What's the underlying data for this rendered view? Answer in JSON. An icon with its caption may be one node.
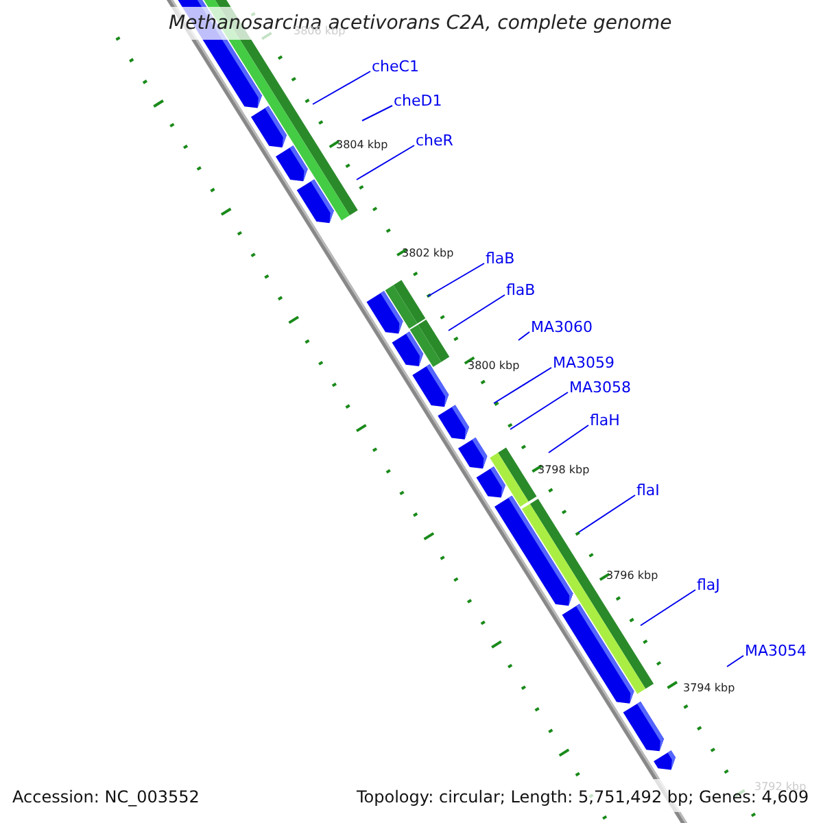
{
  "diagram": {
    "title": "Methanosarcina acetivorans C2A, complete genome",
    "nodes": [
      {
        "text": [
          "cheC1"
        ]
      },
      {
        "text": [
          "cheD1"
        ]
      },
      {
        "text": [
          "cheR"
        ]
      },
      {
        "text": [
          "flaB"
        ]
      },
      {
        "text": [
          "flaB"
        ]
      },
      {
        "text": [
          "MA3060"
        ]
      },
      {
        "text": [
          "MA3059"
        ]
      },
      {
        "text": [
          "MA3058"
        ]
      },
      {
        "text": [
          "flaH"
        ]
      },
      {
        "text": [
          "flaI"
        ]
      },
      {
        "text": [
          "flaJ"
        ]
      },
      {
        "text": [
          "MA3054"
        ]
      }
    ],
    "edges": [
      {
        "from": 0,
        "to": null,
        "arrow": "none"
      },
      {
        "from": 1,
        "to": null,
        "arrow": "none"
      },
      {
        "from": 2,
        "to": null,
        "arrow": "none"
      },
      {
        "from": 3,
        "to": null,
        "arrow": "none"
      },
      {
        "from": 4,
        "to": null,
        "arrow": "none"
      },
      {
        "from": 5,
        "to": null,
        "arrow": "none"
      },
      {
        "from": 6,
        "to": null,
        "arrow": "none"
      },
      {
        "from": 7,
        "to": null,
        "arrow": "none"
      },
      {
        "from": 8,
        "to": null,
        "arrow": "none"
      },
      {
        "from": 9,
        "to": null,
        "arrow": "none"
      },
      {
        "from": 10,
        "to": null,
        "arrow": "none"
      },
      {
        "from": 11,
        "to": null,
        "arrow": "none"
      }
    ],
    "labels": [
      "3806 kbp",
      "3804 kbp",
      "3802 kbp",
      "3800 kbp",
      "3798 kbp",
      "3796 kbp",
      "3794 kbp",
      "3792 kbp",
      "Accession: NC_003552",
      "Topology: circular; Length: 5,751,492 bp; Genes: 4,609"
    ]
  }
}
